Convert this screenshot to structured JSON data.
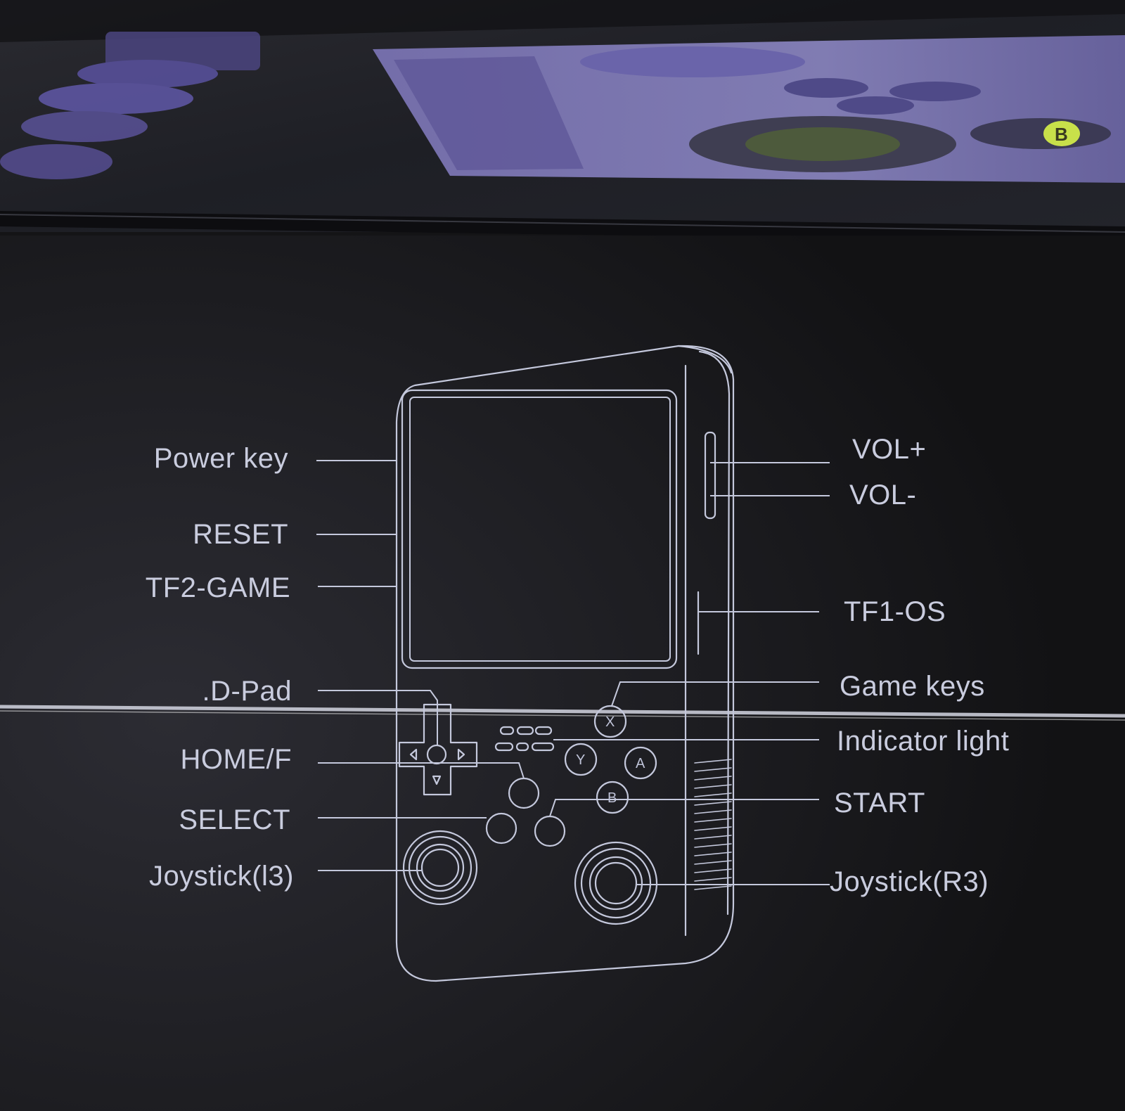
{
  "colors": {
    "background": "#141416",
    "lid_top": "#1c1d22",
    "line_art": "#c4c8dc",
    "label_text": "#c9ccde",
    "purple_accent": "#6c5fb0",
    "lime_accent": "#c8e04a"
  },
  "lid_print": {
    "button_letter": "B"
  },
  "diagram": {
    "left_labels": [
      {
        "id": "power-key",
        "text": "Power key"
      },
      {
        "id": "reset",
        "text": "RESET"
      },
      {
        "id": "tf2-game",
        "text": "TF2-GAME"
      },
      {
        "id": "d-pad",
        "text": ".D-Pad"
      },
      {
        "id": "home-f",
        "text": "HOME/F"
      },
      {
        "id": "select",
        "text": "SELECT"
      },
      {
        "id": "joystick-l3",
        "text": "Joystick(l3)"
      }
    ],
    "right_labels": [
      {
        "id": "vol-plus",
        "text": "VOL+"
      },
      {
        "id": "vol-minus",
        "text": "VOL-"
      },
      {
        "id": "tf1-os",
        "text": "TF1-OS"
      },
      {
        "id": "game-keys",
        "text": "Game keys"
      },
      {
        "id": "indicator-light",
        "text": "Indicator light"
      },
      {
        "id": "start",
        "text": "START"
      },
      {
        "id": "joystick-r3",
        "text": "Joystick(R3)"
      }
    ],
    "face_buttons": [
      "X",
      "Y",
      "A",
      "B"
    ]
  }
}
